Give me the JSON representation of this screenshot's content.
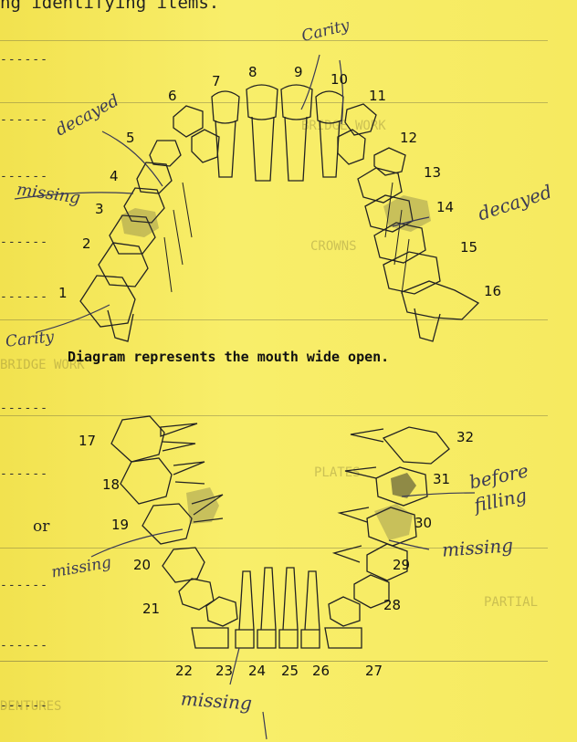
{
  "document": {
    "header_fragment": "ng identifying items.",
    "caption": "Diagram represents the mouth wide open.",
    "or_label": "or",
    "dash_lines": [
      "------",
      "------",
      "------",
      "------",
      "------",
      "------",
      "------",
      "------",
      "------",
      "------"
    ],
    "faint_labels": [
      "BRIDGE WORK",
      "CROWNS",
      "BRIDGE WORK",
      "PLATES",
      "PARTIAL",
      "DENTURES"
    ],
    "background_color": "#f6ea5e"
  },
  "upper_teeth": [
    "1",
    "2",
    "3",
    "4",
    "5",
    "6",
    "7",
    "8",
    "9",
    "10",
    "11",
    "12",
    "13",
    "14",
    "15",
    "16"
  ],
  "lower_teeth": [
    "17",
    "18",
    "19",
    "20",
    "21",
    "22",
    "23",
    "24",
    "25",
    "26",
    "27",
    "28",
    "29",
    "30",
    "31",
    "32"
  ],
  "annotations": {
    "carity_top": "Carity",
    "decayed_left": "decayed",
    "missing_left": "missing",
    "decayed_right": "decayed",
    "carity_bottom": "Carity",
    "before_filling": "before filling",
    "missing_right": "missing",
    "missing_20": "missing",
    "missing_bottom": "missing"
  }
}
